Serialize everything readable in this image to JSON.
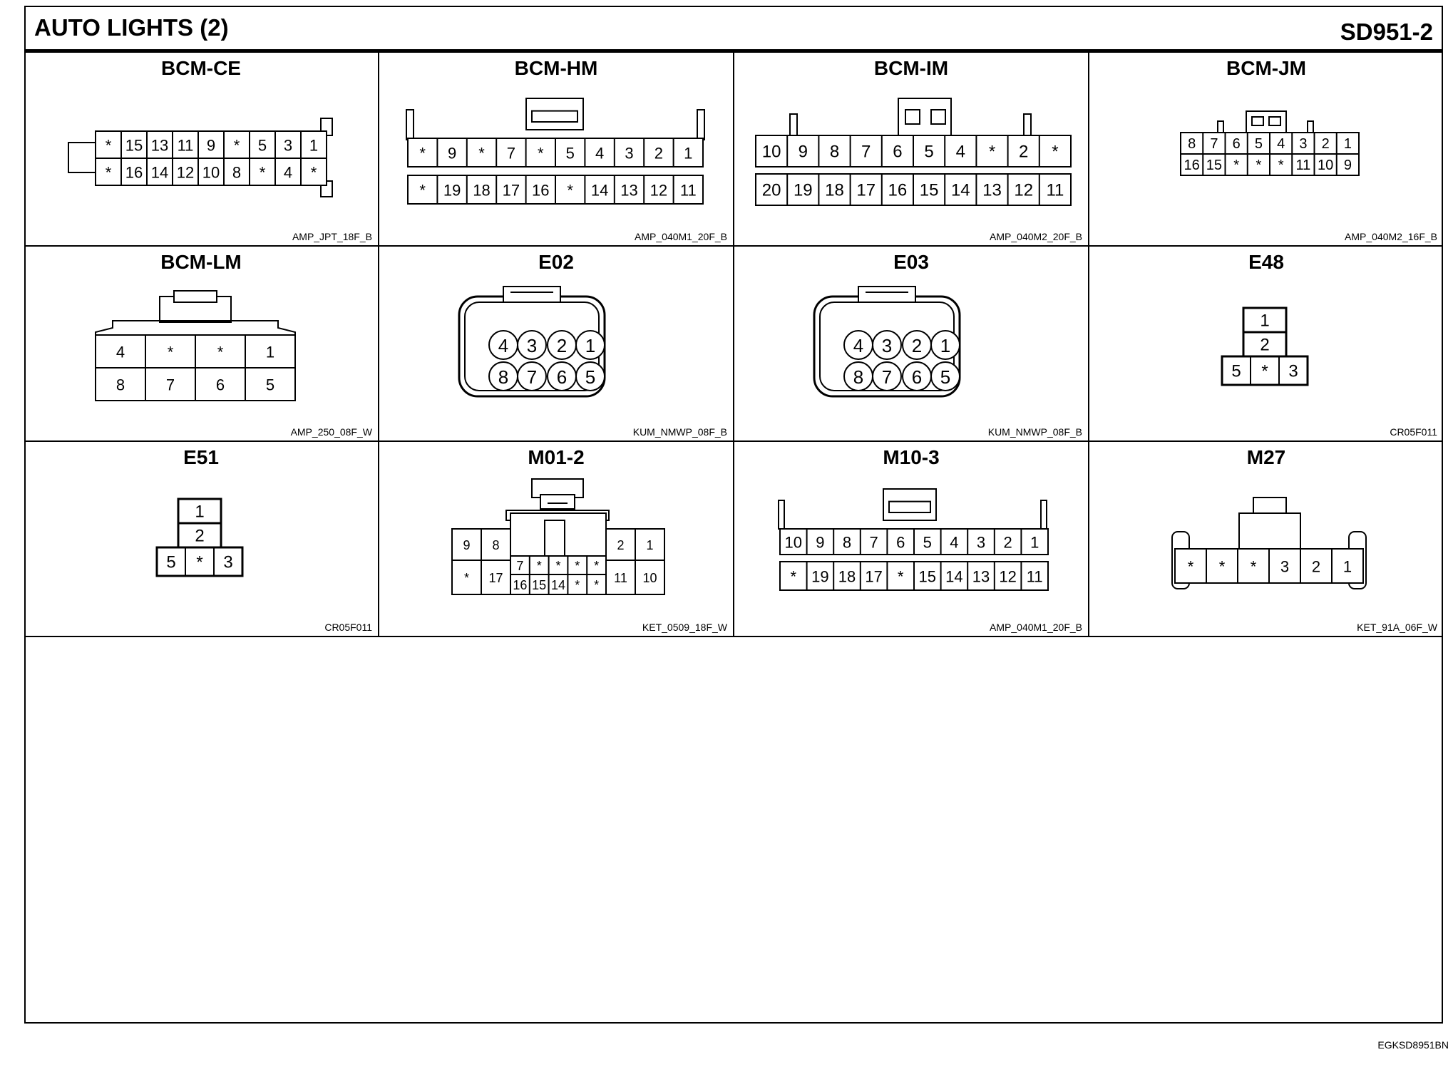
{
  "header": {
    "title": "AUTO LIGHTS (2)",
    "code": "SD951-2"
  },
  "footer": {
    "code": "EGKSD8951BN"
  },
  "connectors": [
    {
      "name": "BCM-CE",
      "code": "AMP_JPT_18F_B",
      "top_row": [
        "*",
        "15",
        "13",
        "11",
        "9",
        "*",
        "5",
        "3",
        "1"
      ],
      "bottom_row": [
        "*",
        "16",
        "14",
        "12",
        "10",
        "8",
        "*",
        "4",
        "*"
      ]
    },
    {
      "name": "BCM-HM",
      "code": "AMP_040M1_20F_B",
      "top_row": [
        "*",
        "9",
        "*",
        "7",
        "*",
        "5",
        "4",
        "3",
        "2",
        "1"
      ],
      "bottom_row": [
        "*",
        "19",
        "18",
        "17",
        "16",
        "*",
        "14",
        "13",
        "12",
        "11"
      ]
    },
    {
      "name": "BCM-IM",
      "code": "AMP_040M2_20F_B",
      "top_row": [
        "10",
        "9",
        "8",
        "7",
        "6",
        "5",
        "4",
        "*",
        "2",
        "*"
      ],
      "bottom_row": [
        "20",
        "19",
        "18",
        "17",
        "16",
        "15",
        "14",
        "13",
        "12",
        "11"
      ]
    },
    {
      "name": "BCM-JM",
      "code": "AMP_040M2_16F_B",
      "top_row": [
        "8",
        "7",
        "6",
        "5",
        "4",
        "3",
        "2",
        "1"
      ],
      "bottom_row": [
        "16",
        "15",
        "*",
        "*",
        "*",
        "11",
        "10",
        "9"
      ]
    },
    {
      "name": "BCM-LM",
      "code": "AMP_250_08F_W",
      "top_row": [
        "4",
        "*",
        "*",
        "1"
      ],
      "bottom_row": [
        "8",
        "7",
        "6",
        "5"
      ]
    },
    {
      "name": "E02",
      "code": "KUM_NMWP_08F_B",
      "top_row": [
        "4",
        "3",
        "2",
        "1"
      ],
      "bottom_row": [
        "8",
        "7",
        "6",
        "5"
      ]
    },
    {
      "name": "E03",
      "code": "KUM_NMWP_08F_B",
      "top_row": [
        "4",
        "3",
        "2",
        "1"
      ],
      "bottom_row": [
        "8",
        "7",
        "6",
        "5"
      ]
    },
    {
      "name": "E48",
      "code": "CR05F011",
      "pins_upper": [
        "1",
        "2"
      ],
      "bottom_row": [
        "5",
        "*",
        "3"
      ]
    },
    {
      "name": "E51",
      "code": "CR05F011",
      "pins_upper": [
        "1",
        "2"
      ],
      "bottom_row": [
        "5",
        "*",
        "3"
      ]
    },
    {
      "name": "M01-2",
      "code": "KET_0509_18F_W",
      "left_top": [
        "9",
        "8"
      ],
      "left_bottom": [
        "*",
        "17"
      ],
      "mid_top": [
        "7",
        "*",
        "*",
        "*",
        "*"
      ],
      "mid_bottom": [
        "16",
        "15",
        "14",
        "*",
        "*"
      ],
      "right_top": [
        "2",
        "1"
      ],
      "right_bottom": [
        "11",
        "10"
      ]
    },
    {
      "name": "M10-3",
      "code": "AMP_040M1_20F_B",
      "top_row": [
        "10",
        "9",
        "8",
        "7",
        "6",
        "5",
        "4",
        "3",
        "2",
        "1"
      ],
      "bottom_row": [
        "*",
        "19",
        "18",
        "17",
        "*",
        "15",
        "14",
        "13",
        "12",
        "11"
      ]
    },
    {
      "name": "M27",
      "code": "KET_91A_06F_W",
      "top_row": [
        "*",
        "*",
        "*",
        "3",
        "2",
        "1"
      ]
    }
  ]
}
